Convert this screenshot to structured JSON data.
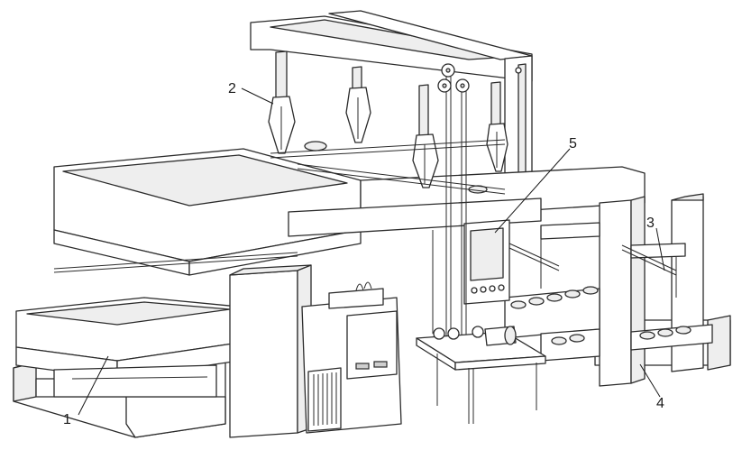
{
  "labels": {
    "item1": "1",
    "item2": "2",
    "item3": "3",
    "item4": "4",
    "item5": "5"
  },
  "colors": {
    "line": "#2b2b2b",
    "background": "#ffffff",
    "shade": "#eeeeee"
  }
}
